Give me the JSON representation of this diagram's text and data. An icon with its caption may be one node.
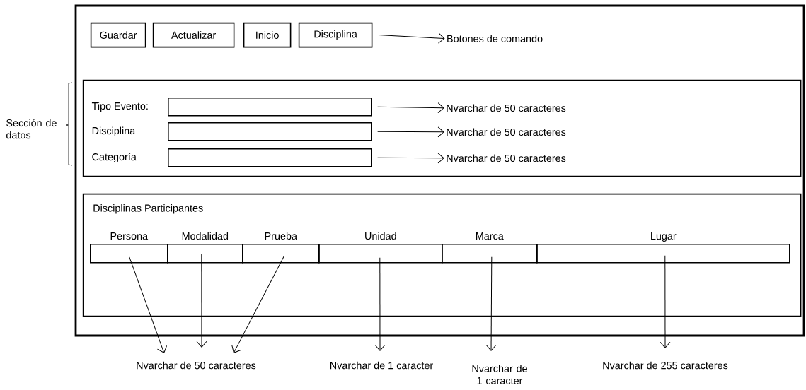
{
  "diagram": {
    "nodes": [
      {
        "text": [],
        "shape": "box"
      },
      {
        "text": [
          "Guardar"
        ],
        "in": 0
      },
      {
        "text": [
          "Actualizar"
        ],
        "in": 0
      },
      {
        "text": [
          "Inicio"
        ],
        "in": 0
      },
      {
        "text": [
          "Disciplina"
        ],
        "in": 0
      },
      {
        "text": [
          "Botones de comando"
        ],
        "in": 0
      },
      {
        "text": [],
        "shape": "box",
        "in": 0
      },
      {
        "text": [],
        "shape": "box",
        "in": 6,
        "beside": [
          "Tipo Evento:"
        ]
      },
      {
        "text": [],
        "shape": "box",
        "in": 6,
        "beside": [
          "Disciplina"
        ]
      },
      {
        "text": [],
        "shape": "box",
        "in": 6,
        "beside": [
          "Categoría"
        ]
      },
      {
        "text": [
          "Nvarchar de 50 caracteres"
        ],
        "in": 6
      },
      {
        "text": [
          "Nvarchar de 50 caracteres"
        ],
        "in": 6
      },
      {
        "text": [
          "Nvarchar de 50 caracteres"
        ],
        "in": 6
      },
      {
        "text": [
          "Disciplinas Participantes"
        ],
        "in": 0
      },
      {
        "text": [],
        "shape": "box",
        "in": 13,
        "beside": [
          "Persona"
        ]
      },
      {
        "text": [],
        "shape": "box",
        "in": 13,
        "beside": [
          "Modalidad"
        ]
      },
      {
        "text": [],
        "shape": "box",
        "in": 13,
        "beside": [
          "Prueba"
        ]
      },
      {
        "text": [],
        "shape": "box",
        "in": 13,
        "beside": [
          "Unidad"
        ]
      },
      {
        "text": [],
        "shape": "box",
        "in": 13,
        "beside": [
          "Marca"
        ]
      },
      {
        "text": [],
        "shape": "box",
        "in": 13,
        "beside": [
          "Lugar"
        ]
      },
      {
        "text": [
          "Nvarchar de 50 caracteres"
        ]
      },
      {
        "text": [
          "Nvarchar de 1 caracter"
        ]
      },
      {
        "text": [
          "Nvarchar de 1 caracter"
        ]
      },
      {
        "text": [
          "Nvarchar de 255 caracteres"
        ]
      }
    ],
    "edges": [
      {
        "from": 4,
        "to": 5,
        "arrow": "to"
      },
      {
        "from": 7,
        "to": 10,
        "arrow": "to"
      },
      {
        "from": 8,
        "to": 11,
        "arrow": "to"
      },
      {
        "from": 9,
        "to": 12,
        "arrow": "to"
      },
      {
        "from": 14,
        "to": 20,
        "arrow": "to"
      },
      {
        "from": 15,
        "to": 20,
        "arrow": "to"
      },
      {
        "from": 16,
        "to": 20,
        "arrow": "to"
      },
      {
        "from": 17,
        "to": 21,
        "arrow": "to"
      },
      {
        "from": 18,
        "to": 22,
        "arrow": "to"
      },
      {
        "from": 19,
        "to": 23,
        "arrow": "to"
      }
    ],
    "labels": [
      "Sección de datos"
    ]
  }
}
